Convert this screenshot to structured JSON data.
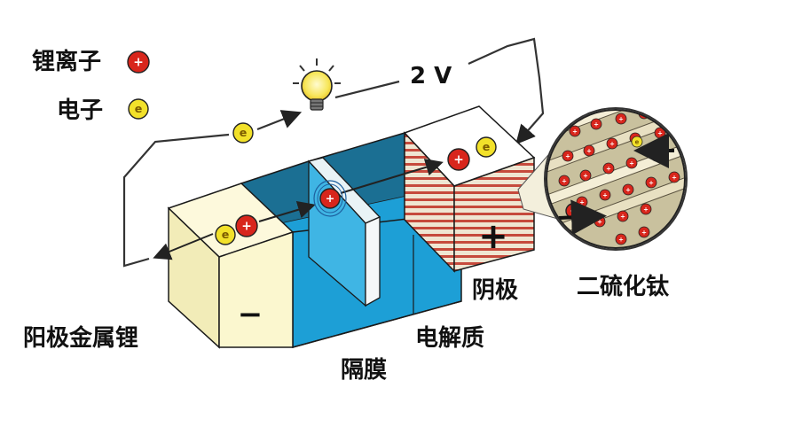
{
  "legend": {
    "ion_label": "锂离子",
    "electron_label": "电子",
    "ion_symbol": "+",
    "electron_symbol": "e"
  },
  "labels": {
    "voltage": "2 V",
    "anode": "阳极金属锂",
    "separator": "隔膜",
    "electrolyte": "电解质",
    "cathode": "阴极",
    "cathode_material": "二硫化钛"
  },
  "signs": {
    "negative": "−",
    "positive": "+"
  },
  "colors": {
    "ion": "#d8261c",
    "electron": "#f2e12a",
    "anode_face": "#fbf7cf",
    "electrolyte": "#1d9fd6",
    "electrolyte_dark": "#1b6f93",
    "cathode_stripe_a": "#c64a3c",
    "cathode_stripe_b": "#efe6d2"
  }
}
